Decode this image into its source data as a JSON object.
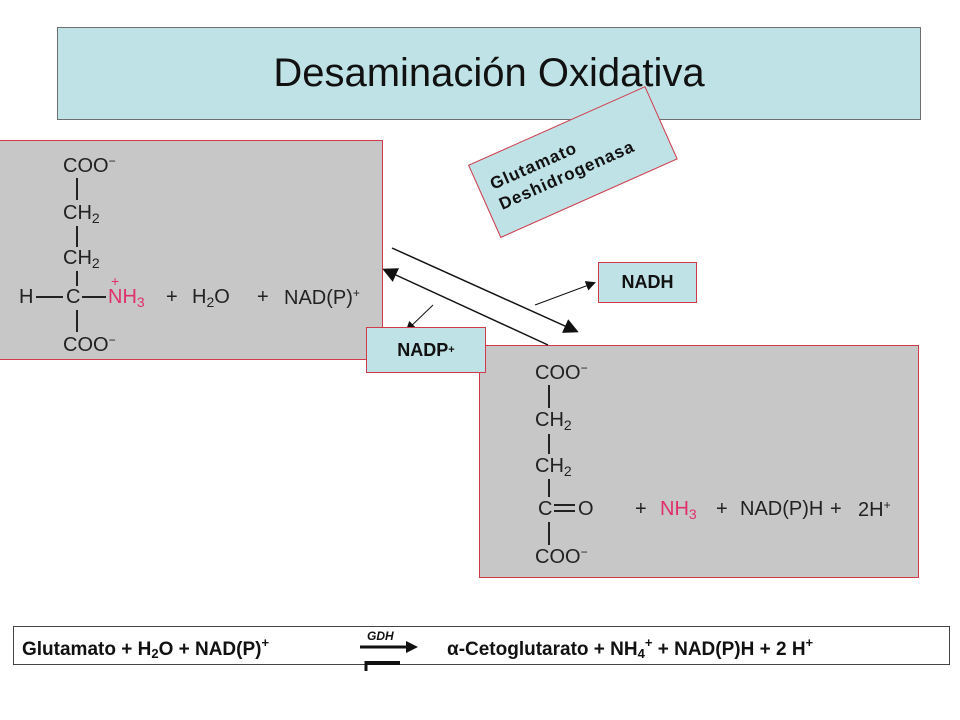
{
  "title": "Desaminación Oxidativa",
  "enzyme": {
    "line1": "Glutamato",
    "line2": "Deshidrogenasa"
  },
  "cofactor_in": {
    "label": "NADP",
    "charge": "+"
  },
  "cofactor_out": {
    "label": "NADH"
  },
  "glutamate_structure": {
    "top": "COO",
    "top_charge": "−",
    "ch2": "CH",
    "ch2_sub": "2",
    "h": "H",
    "c": "C",
    "nh3": "NH",
    "nh3_sub": "3",
    "nh3_charge": "+",
    "bottom": "COO",
    "bottom_charge": "−",
    "plus1": "+",
    "water": "H",
    "water_sub": "2",
    "water_o": "O",
    "plus2": "+",
    "nad": "NAD(P)",
    "nad_charge": "+"
  },
  "ketoglutarate_structure": {
    "top": "COO",
    "top_charge": "−",
    "ch2": "CH",
    "ch2_sub": "2",
    "c": "C",
    "o": "O",
    "bottom": "COO",
    "bottom_charge": "−",
    "plus1": "+",
    "nh3": "NH",
    "nh3_sub": "3",
    "plus2": "+",
    "nadh": "NAD(P)H",
    "plus3": "+",
    "h": "2H",
    "h_charge": "+"
  },
  "equation": {
    "part1": "Glutamato  +  H",
    "part1_sub": "2",
    "part2": "O  +  NAD(P)",
    "part2_sup": "+",
    "enzyme_abbrev": "GDH",
    "alpha": "α",
    "part3": "-Cetoglutarato  +  NH",
    "part3_sub": "4",
    "part3_sup": "+",
    "part4": "  +  NAD(P)H   +  2 H",
    "part4_sup": "+"
  }
}
